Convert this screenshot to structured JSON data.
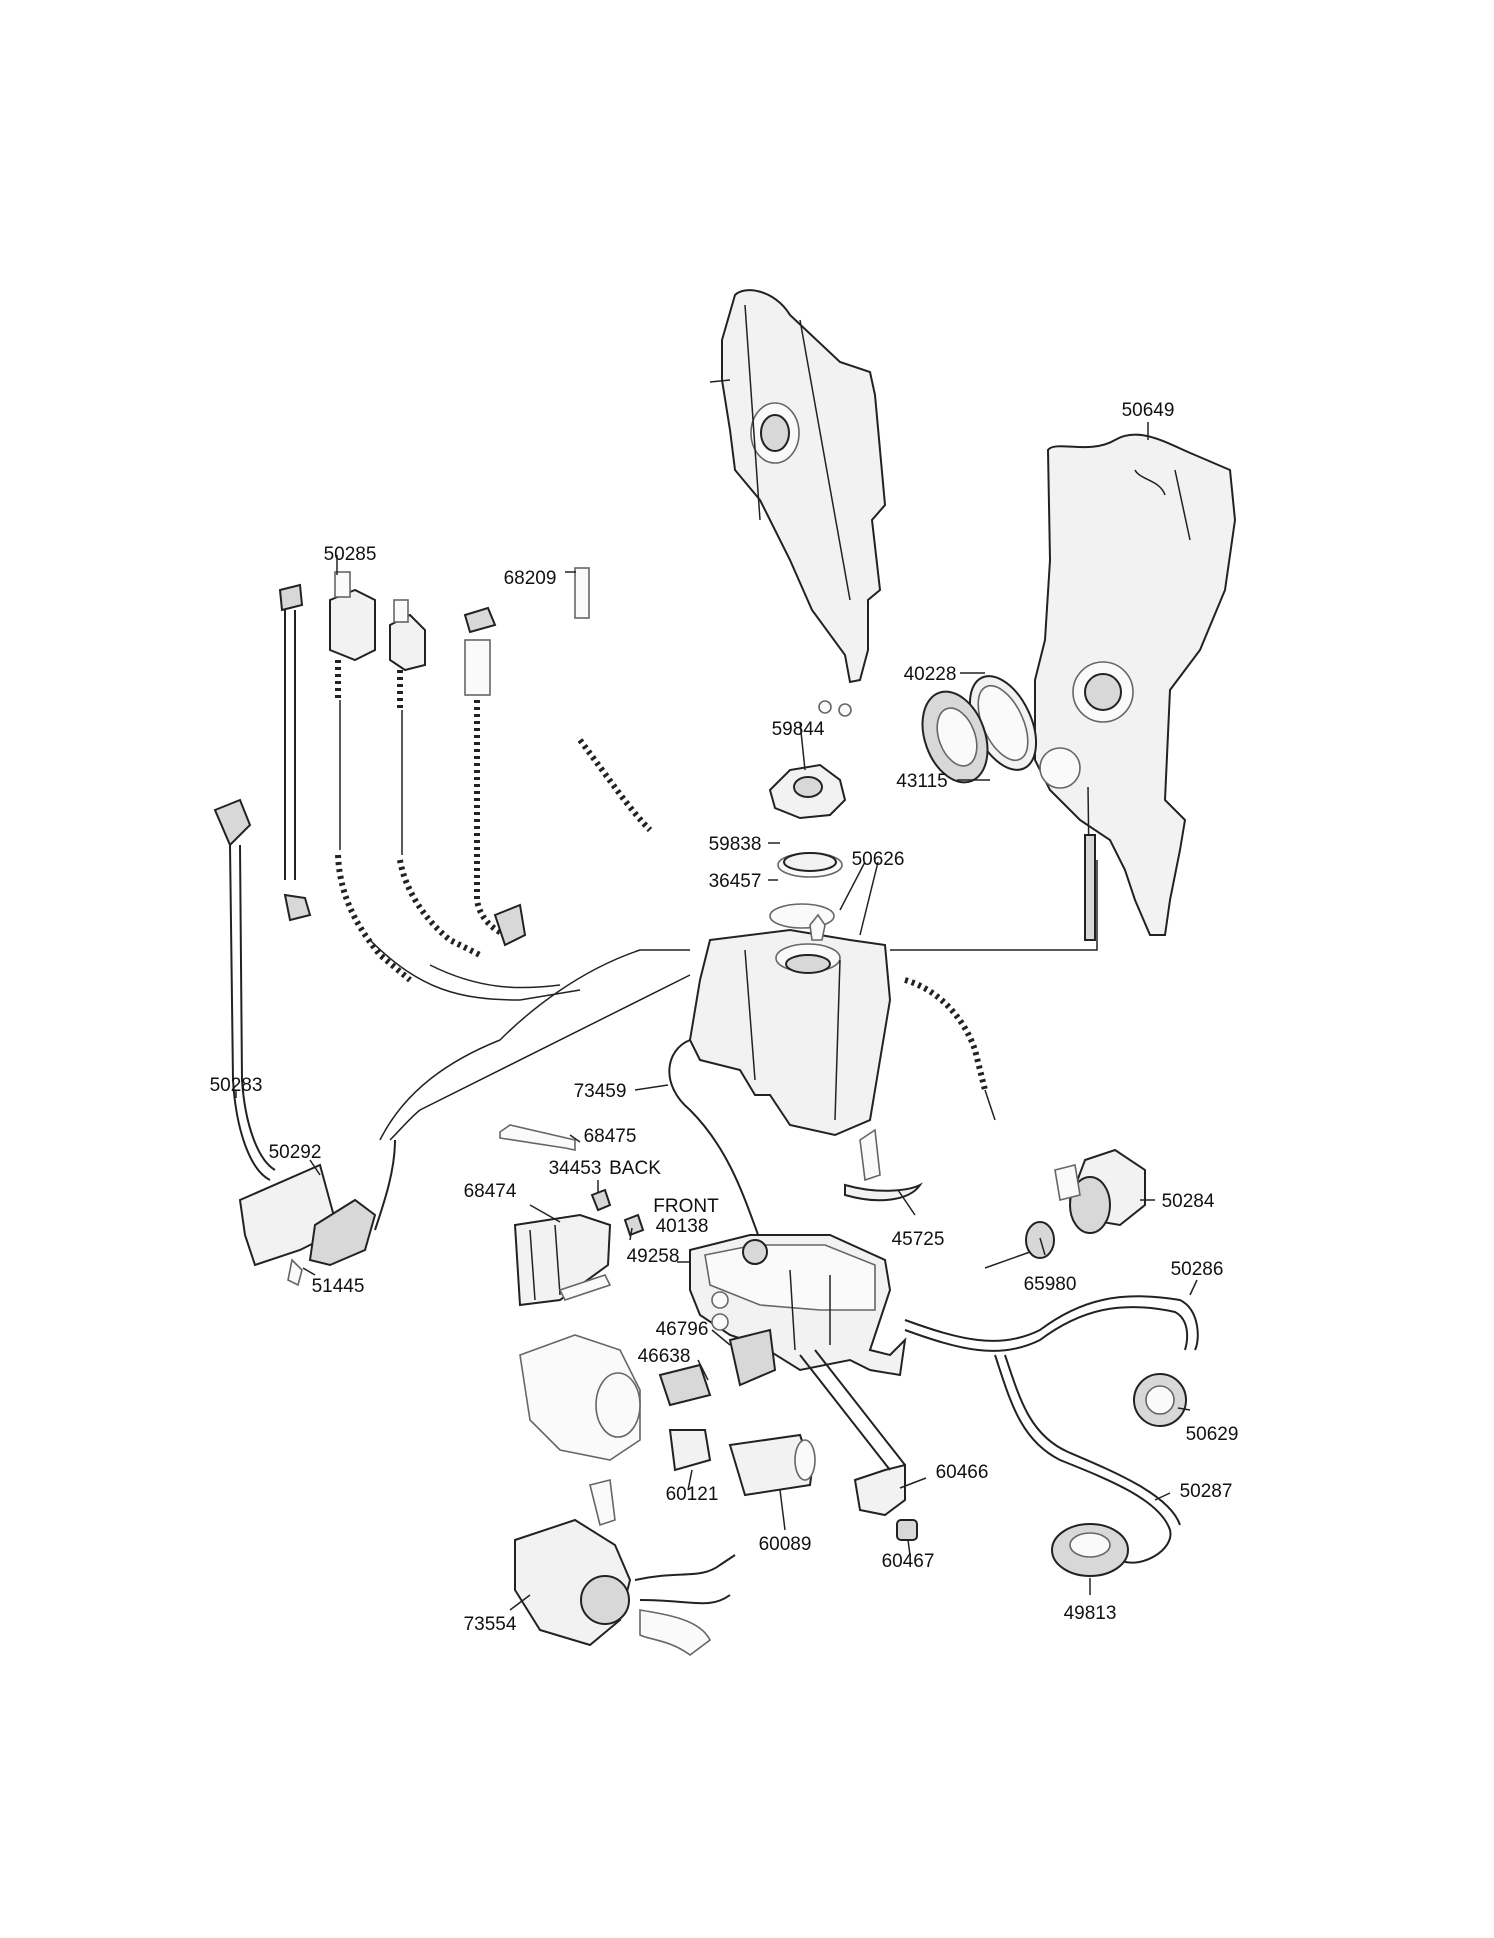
{
  "parts": [
    {
      "id": "50649",
      "text": "50649"
    },
    {
      "id": "50285",
      "text": "50285"
    },
    {
      "id": "68209",
      "text": "68209"
    },
    {
      "id": "40228",
      "text": "40228"
    },
    {
      "id": "59844",
      "text": "59844"
    },
    {
      "id": "43115",
      "text": "43115"
    },
    {
      "id": "59838",
      "text": "59838"
    },
    {
      "id": "50626",
      "text": "50626"
    },
    {
      "id": "36457",
      "text": "36457"
    },
    {
      "id": "50283",
      "text": "50283"
    },
    {
      "id": "73459",
      "text": "73459"
    },
    {
      "id": "68475",
      "text": "68475"
    },
    {
      "id": "50292",
      "text": "50292"
    },
    {
      "id": "34453",
      "text": "34453"
    },
    {
      "id": "back",
      "text": "BACK"
    },
    {
      "id": "68474",
      "text": "68474"
    },
    {
      "id": "front",
      "text": "FRONT"
    },
    {
      "id": "40138",
      "text": "40138"
    },
    {
      "id": "50284",
      "text": "50284"
    },
    {
      "id": "45725",
      "text": "45725"
    },
    {
      "id": "49258",
      "text": "49258"
    },
    {
      "id": "51445",
      "text": "51445"
    },
    {
      "id": "65980",
      "text": "65980"
    },
    {
      "id": "50286",
      "text": "50286"
    },
    {
      "id": "46796",
      "text": "46796"
    },
    {
      "id": "46638",
      "text": "46638"
    },
    {
      "id": "50629",
      "text": "50629"
    },
    {
      "id": "60466",
      "text": "60466"
    },
    {
      "id": "50287",
      "text": "50287"
    },
    {
      "id": "60121",
      "text": "60121"
    },
    {
      "id": "60089",
      "text": "60089"
    },
    {
      "id": "60467",
      "text": "60467"
    },
    {
      "id": "49813",
      "text": "49813"
    },
    {
      "id": "73554",
      "text": "73554"
    }
  ]
}
